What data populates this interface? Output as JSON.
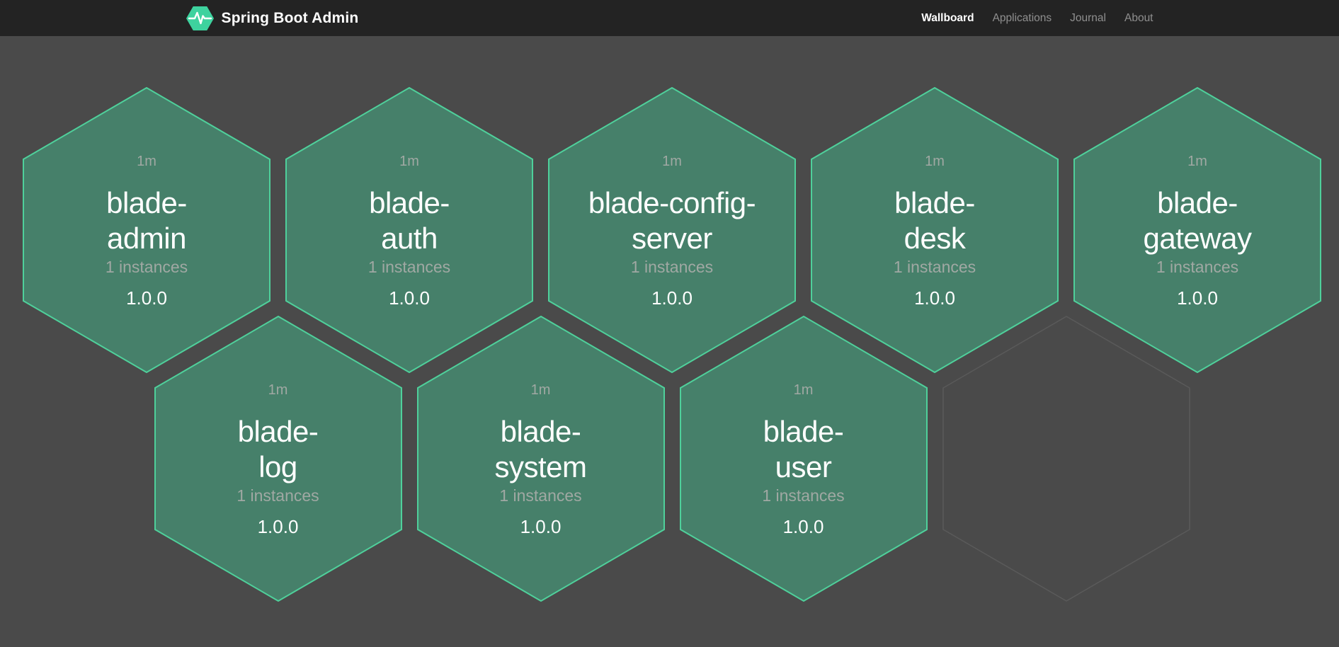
{
  "navbar": {
    "brand": "Spring Boot Admin",
    "logo_icon": "pulse-hexagon-icon",
    "links": [
      {
        "label": "Wallboard",
        "active": true
      },
      {
        "label": "Applications",
        "active": false
      },
      {
        "label": "Journal",
        "active": false
      },
      {
        "label": "About",
        "active": false
      }
    ]
  },
  "colors": {
    "navbar_bg": "#232323",
    "page_bg": "#4a4a4a",
    "brand_green": "#3ed29e",
    "hex_fill": "#46806a",
    "hex_stroke": "#4fd09b",
    "empty_hex_stroke": "#5a5a5a",
    "muted_text": "#a0a8a3",
    "name_text": "#ffffff"
  },
  "wallboard": {
    "hexagons": [
      {
        "type": "app",
        "row": 0,
        "col": 0,
        "name": "blade-admin",
        "name_lines": [
          "blade-",
          "admin"
        ],
        "uptime": "1m",
        "instances": "1 instances",
        "version": "1.0.0"
      },
      {
        "type": "app",
        "row": 0,
        "col": 1,
        "name": "blade-auth",
        "name_lines": [
          "blade-",
          "auth"
        ],
        "uptime": "1m",
        "instances": "1 instances",
        "version": "1.0.0"
      },
      {
        "type": "app",
        "row": 0,
        "col": 2,
        "name": "blade-config-server",
        "name_lines": [
          "blade-config-",
          "server"
        ],
        "uptime": "1m",
        "instances": "1 instances",
        "version": "1.0.0"
      },
      {
        "type": "app",
        "row": 0,
        "col": 3,
        "name": "blade-desk",
        "name_lines": [
          "blade-",
          "desk"
        ],
        "uptime": "1m",
        "instances": "1 instances",
        "version": "1.0.0"
      },
      {
        "type": "app",
        "row": 0,
        "col": 4,
        "name": "blade-gateway",
        "name_lines": [
          "blade-",
          "gateway"
        ],
        "uptime": "1m",
        "instances": "1 instances",
        "version": "1.0.0"
      },
      {
        "type": "app",
        "row": 1,
        "col": 0,
        "name": "blade-log",
        "name_lines": [
          "blade-",
          "log"
        ],
        "uptime": "1m",
        "instances": "1 instances",
        "version": "1.0.0"
      },
      {
        "type": "app",
        "row": 1,
        "col": 1,
        "name": "blade-system",
        "name_lines": [
          "blade-",
          "system"
        ],
        "uptime": "1m",
        "instances": "1 instances",
        "version": "1.0.0"
      },
      {
        "type": "app",
        "row": 1,
        "col": 2,
        "name": "blade-user",
        "name_lines": [
          "blade-",
          "user"
        ],
        "uptime": "1m",
        "instances": "1 instances",
        "version": "1.0.0"
      },
      {
        "type": "empty",
        "row": 1,
        "col": 3
      }
    ]
  }
}
